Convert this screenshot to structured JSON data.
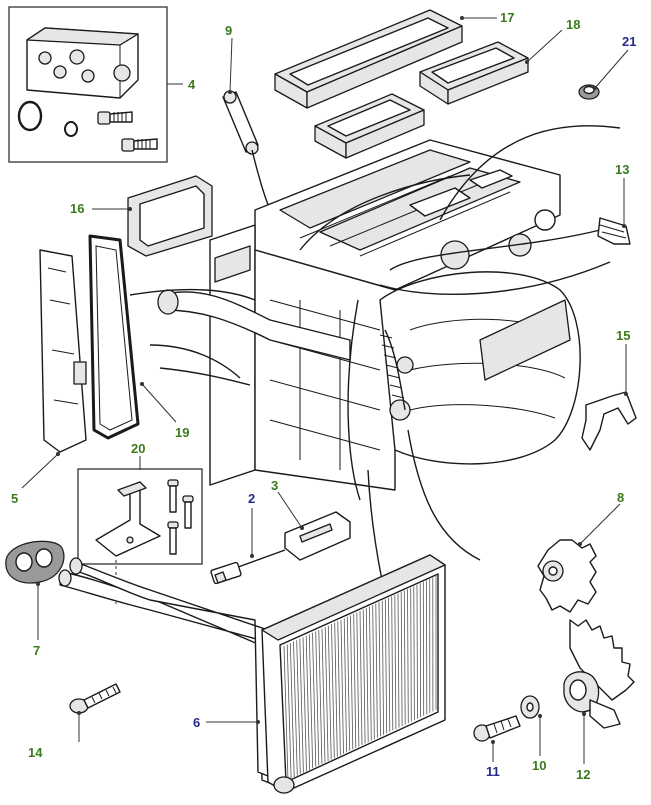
{
  "diagram": {
    "colors": {
      "callout_green": "#3c7a1e",
      "callout_blue": "#2a2a8c",
      "line": "#1a1a1a"
    },
    "callouts": [
      {
        "id": "c1",
        "text": "4",
        "color": "green"
      },
      {
        "id": "c2",
        "text": "9",
        "color": "green"
      },
      {
        "id": "c3",
        "text": "17",
        "color": "green"
      },
      {
        "id": "c4",
        "text": "18",
        "color": "green"
      },
      {
        "id": "c5",
        "text": "21",
        "color": "blue"
      },
      {
        "id": "c6",
        "text": "16",
        "color": "green"
      },
      {
        "id": "c7",
        "text": "13",
        "color": "green"
      },
      {
        "id": "c8",
        "text": "15",
        "color": "green"
      },
      {
        "id": "c9",
        "text": "19",
        "color": "green"
      },
      {
        "id": "c10",
        "text": "5",
        "color": "green"
      },
      {
        "id": "c11",
        "text": "20",
        "color": "green"
      },
      {
        "id": "c12",
        "text": "2",
        "color": "blue"
      },
      {
        "id": "c13",
        "text": "3",
        "color": "green"
      },
      {
        "id": "c14",
        "text": "8",
        "color": "green"
      },
      {
        "id": "c15",
        "text": "7",
        "color": "green"
      },
      {
        "id": "c16",
        "text": "6",
        "color": "blue"
      },
      {
        "id": "c17",
        "text": "14",
        "color": "green"
      },
      {
        "id": "c18",
        "text": "11",
        "color": "blue"
      },
      {
        "id": "c19",
        "text": "10",
        "color": "green"
      },
      {
        "id": "c20",
        "text": "12",
        "color": "green"
      }
    ]
  }
}
